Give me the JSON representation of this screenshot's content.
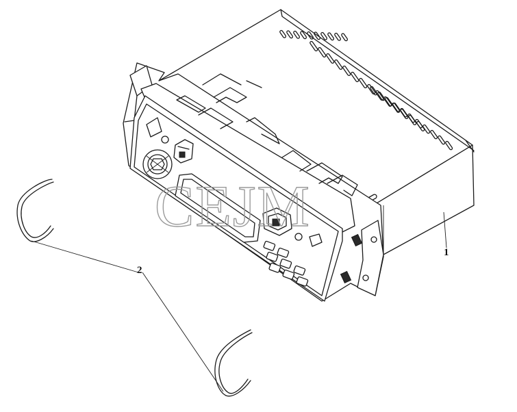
{
  "watermark": {
    "text": "CEJM",
    "color": "#9a9a9a"
  },
  "callouts": [
    {
      "id": "1",
      "label": "1"
    },
    {
      "id": "2",
      "label": "2"
    }
  ],
  "colors": {
    "line": "#1a1a1a",
    "background": "#ffffff"
  }
}
